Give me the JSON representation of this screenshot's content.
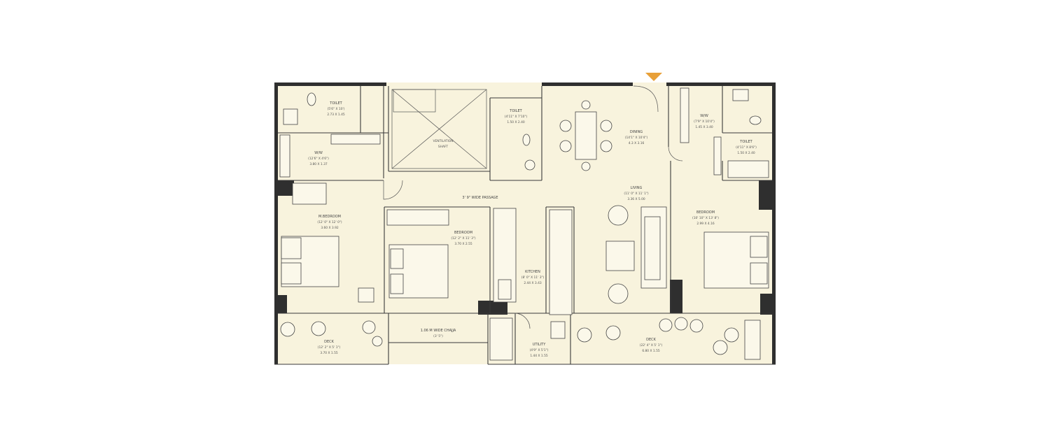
{
  "plan": {
    "colors": {
      "floor": "#f8f3dd",
      "wall": "#2f2f2f",
      "accent": "#e8a038",
      "beam": "#d8c79a"
    },
    "icons": [
      "entrance-arrow-icon",
      "wc-icon",
      "washbasin-icon",
      "bed-icon",
      "sofa-icon",
      "armchair-icon",
      "plant-icon",
      "table-icon"
    ],
    "rooms": {
      "toilet1": {
        "name": "TOILET",
        "dim1": "(5'6\" X 10')",
        "dim2": "2.73 X 1.45"
      },
      "wiw1": {
        "name": "W/W",
        "dim1": "(12'6\" X 4'6\")",
        "dim2": "3.80 X 1.37"
      },
      "vent": {
        "name": "VENTILATION",
        "name2": "SHAFT"
      },
      "toilet2": {
        "name": "TOILET",
        "dim1": "(4'11\" X 7'10\")",
        "dim2": "1.50 X 2.40"
      },
      "dining": {
        "name": "DINING",
        "dim1": "(14'1\" X 10'4\")",
        "dim2": "4.3 X 3.16"
      },
      "wiw2": {
        "name": "W/W",
        "dim1": "(7'9\" X 10'4\")",
        "dim2": "1.45 X 3.40"
      },
      "toilet3": {
        "name": "TOILET",
        "dim1": "(4'11\" X 8'6\")",
        "dim2": "1.50 X 2.40"
      },
      "passage": {
        "name": "3' 9\" WIDE PASSAGE"
      },
      "living": {
        "name": "LIVING",
        "dim1": "(11' 0\" X 11' 1\")",
        "dim2": "3.36 X 5.00"
      },
      "master": {
        "name": "M.BEDROOM",
        "dim1": "(12' 0\" X 12' 0\")",
        "dim2": "3.60 X 3.92"
      },
      "bedroom2": {
        "name": "BEDROOM",
        "dim1": "(12' 2\" X 11' 3\")",
        "dim2": "3.70 X 2.55"
      },
      "kitchen": {
        "name": "KITCHEN",
        "dim1": "(8' 0\" X 11' 3\")",
        "dim2": "2.44 X 3.43"
      },
      "bedroom3": {
        "name": "BEDROOM",
        "dim1": "(10' 10\" X 13' 8\")",
        "dim2": "2.99 X 4.16"
      },
      "deck1": {
        "name": "DECK",
        "dim1": "(12' 2\" X 5' 1\")",
        "dim2": "3.70 X 1.55"
      },
      "chajja": {
        "name": "1.06 M WIDE CHAJJA",
        "dim1": "(3' 5\")"
      },
      "utility": {
        "name": "UTILITY",
        "dim1": "(4'9\" X 5'1\")",
        "dim2": "1.44 X 1.55"
      },
      "deck2": {
        "name": "DECK",
        "dim1": "(22' 4\" X 5' 1\")",
        "dim2": "6.80 X 1.55"
      }
    }
  }
}
